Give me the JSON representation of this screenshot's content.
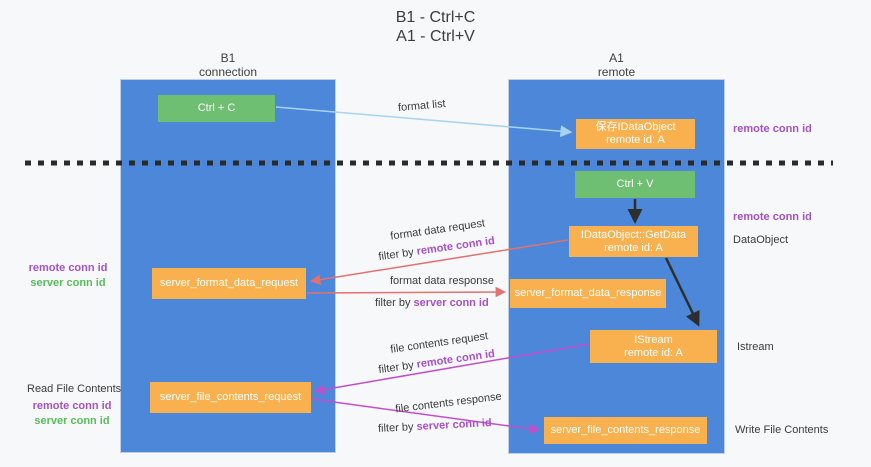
{
  "title": {
    "line1": "B1 - Ctrl+C",
    "line2": "A1 - Ctrl+V"
  },
  "columns": {
    "left": {
      "name": "B1",
      "role": "connection"
    },
    "right": {
      "name": "A1",
      "role": "remote"
    }
  },
  "nodes": {
    "ctrl_c": "Ctrl + C",
    "ctrl_v": "Ctrl + V",
    "save_idataobject": {
      "line1": "保存IDataObject",
      "line2": "remote id: A"
    },
    "getdata": {
      "line1": "IDataObject::GetData",
      "line2": "remote id: A"
    },
    "istream": {
      "line1": "IStream",
      "line2": "remote id: A"
    },
    "server_format_data_request": "server_format_data_request",
    "server_format_data_response": "server_format_data_response",
    "server_file_contents_request": "server_file_contents_request",
    "server_file_contents_response": "server_file_contents_response"
  },
  "annotations": {
    "format_list": "format list",
    "format_data_request": "format data request",
    "format_data_response": "format data response",
    "file_contents_request": "file contents request",
    "file_contents_response": "file contents response",
    "filter_by": "filter by ",
    "remote_conn_id": "remote conn id",
    "server_conn_id": "server conn id"
  },
  "side_labels": {
    "remote_conn_id": "remote conn id",
    "server_conn_id": "server conn id",
    "dataobject": "DataObject",
    "istream": "Istream",
    "read_file_contents": "Read File Contents",
    "write_file_contents": "Write File Contents"
  },
  "colors": {
    "background": "#f7f8f9",
    "column_blue": "#4c87d9",
    "box_orange": "#f9b04e",
    "box_green": "#6ebf71",
    "text_dark": "#3b3b3b",
    "label_purple": "#a750c8",
    "label_green": "#56bd5b",
    "arrow_light_blue": "#a8d4f2",
    "arrow_red": "#e5706e",
    "arrow_magenta": "#c24fc9",
    "arrow_black": "#2e2e2e",
    "dashed_line": "#2a2a2a"
  }
}
